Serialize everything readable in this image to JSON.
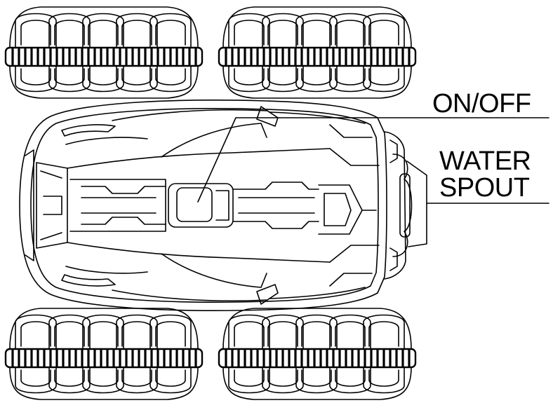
{
  "labels": {
    "on_off": "ON/OFF",
    "water_spout_line1": "WATER",
    "water_spout_line2": "SPOUT"
  },
  "colors": {
    "line": "#000000",
    "background": "#ffffff"
  }
}
